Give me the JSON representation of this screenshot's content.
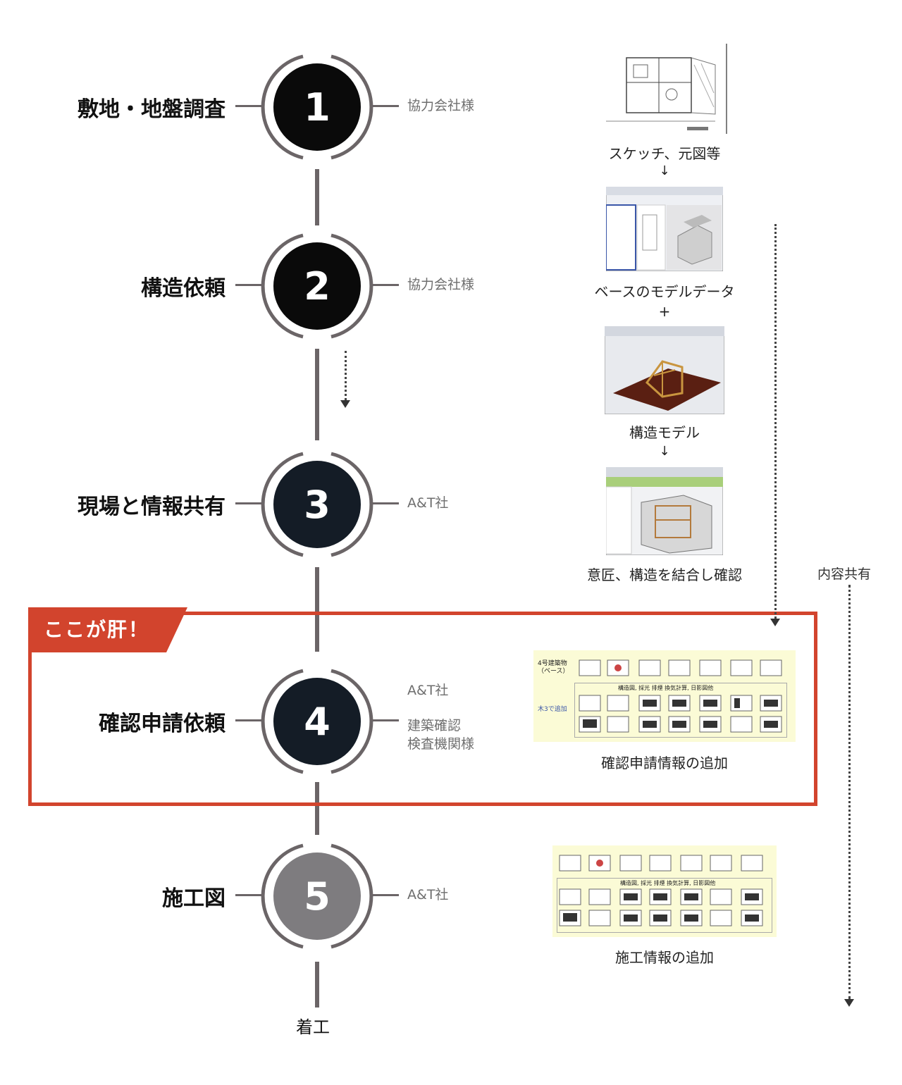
{
  "steps": [
    {
      "number": "1",
      "title": "敷地・地盤調査",
      "party": "協力会社様"
    },
    {
      "number": "2",
      "title": "構造依頼",
      "party": "協力会社様"
    },
    {
      "number": "3",
      "title": "現場と情報共有",
      "party": "A&T社"
    },
    {
      "number": "4",
      "title": "確認申請依頼",
      "party": "A&T社",
      "party2": "建築確認\n検査機関様"
    },
    {
      "number": "5",
      "title": "施工図",
      "party": "A&T社"
    }
  ],
  "end_label": "着工",
  "highlight_tag": "ここが肝！",
  "side_label": "内容共有",
  "captions": {
    "sketch": "スケッチ、元図等",
    "base_model": "ベースのモデルデータ",
    "plus": "+",
    "structure_model": "構造モデル",
    "combined": "意匠、構造を結合し確認",
    "application": "確認申請情報の追加",
    "construction": "施工情報の追加"
  },
  "arrow_glyph": "↓",
  "sheet_panel": {
    "label_building": "4号建築物\n（ベース）",
    "label_wood": "木3で追加",
    "subtitle": "構造図, 採光 排煙 換気計算, 日影図他"
  },
  "colors": {
    "step1": "#0a0a0a",
    "step2": "#0a0a0a",
    "step3": "#141c26",
    "step4": "#141c26",
    "step5": "#7e7c7f",
    "accent": "#d2442d",
    "line": "#6b6567"
  }
}
